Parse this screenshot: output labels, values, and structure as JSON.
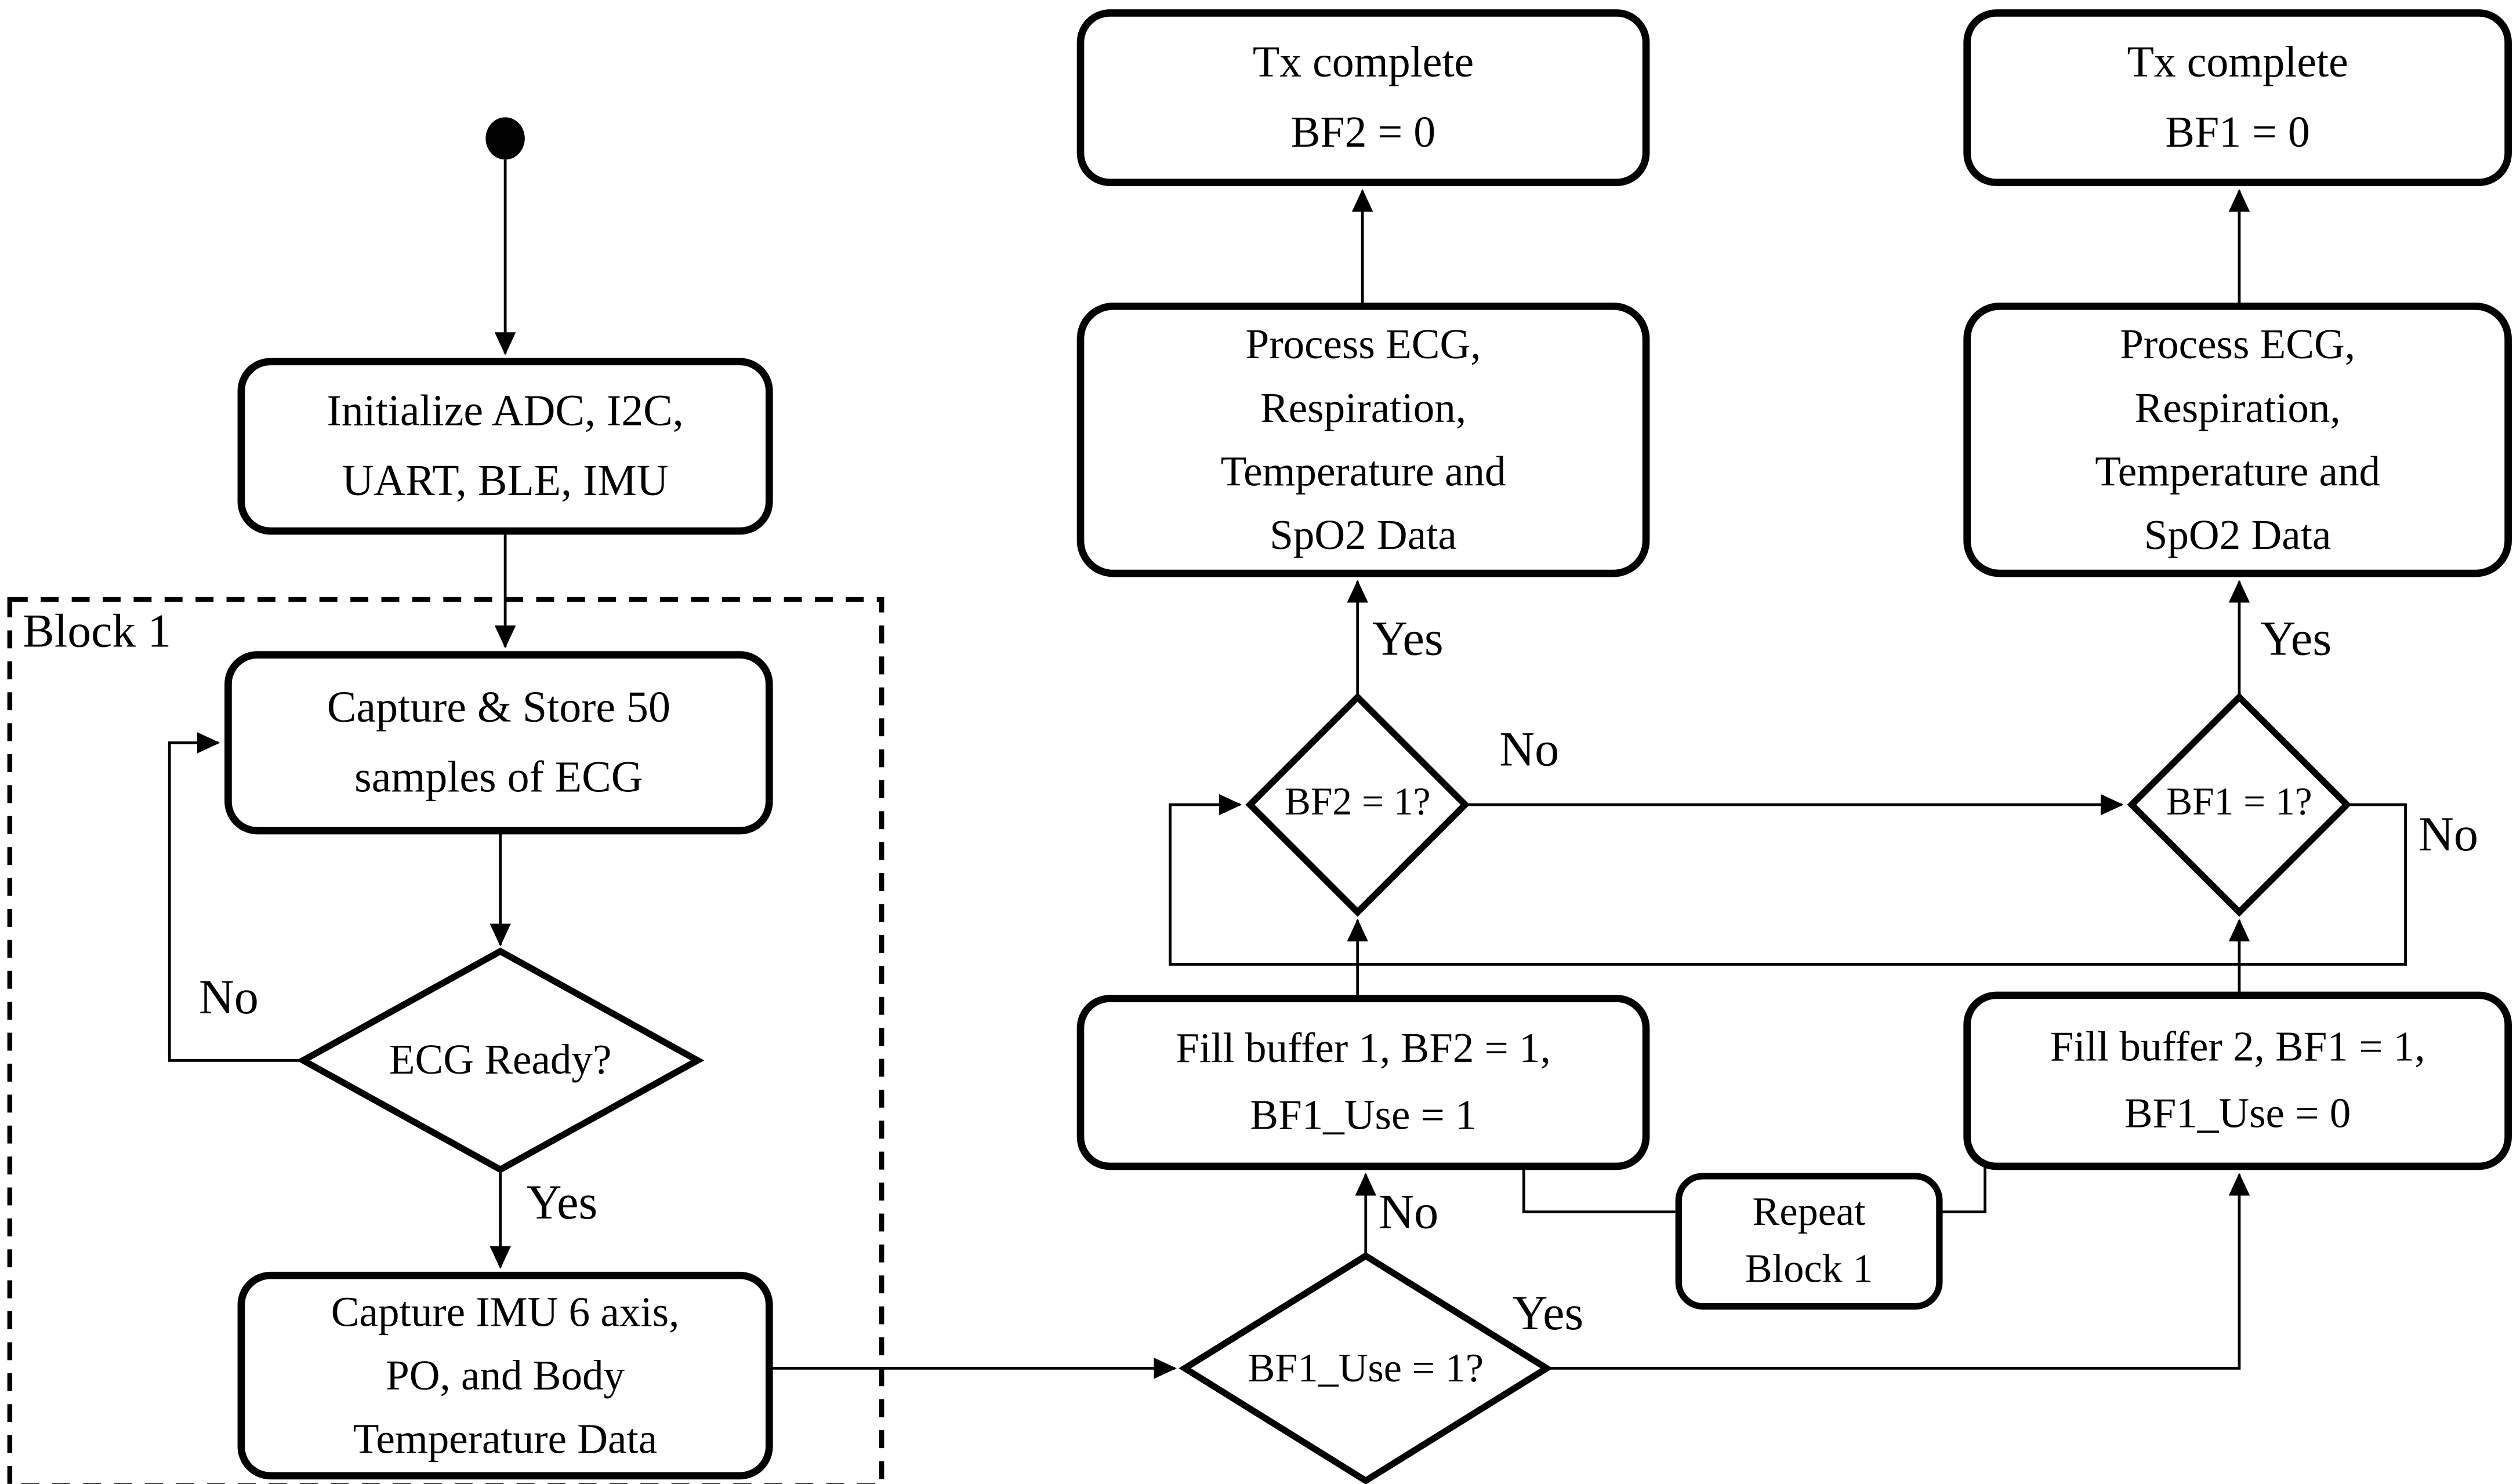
{
  "colors": {
    "background": "#ffffff",
    "line": "#000000"
  },
  "nodes": {
    "block1": {
      "label": "Block 1"
    },
    "init": {
      "label": "Initialize ADC, I2C,\nUART, BLE, IMU"
    },
    "capture_ecg": {
      "label": "Capture & Store 50\nsamples of ECG"
    },
    "ecg_ready": {
      "label": "ECG Ready?"
    },
    "capture_imu": {
      "label": "Capture IMU 6 axis,\nPO, and Body\nTemperature Data"
    },
    "bf1_use": {
      "label": "BF1_Use = 1?"
    },
    "fill_buffer1": {
      "label": "Fill buffer 1, BF2 = 1,\nBF1_Use = 1"
    },
    "fill_buffer2": {
      "label": "Fill buffer 2, BF1 = 1,\nBF1_Use = 0"
    },
    "repeat_block1": {
      "label": "Repeat\nBlock 1"
    },
    "bf2_check": {
      "label": "BF2 = 1?"
    },
    "bf1_check": {
      "label": "BF1 = 1?"
    },
    "process_left": {
      "label": "Process ECG,\nRespiration,\nTemperature and\nSpO2 Data"
    },
    "process_right": {
      "label": "Process ECG,\nRespiration,\nTemperature and\nSpO2 Data"
    },
    "tx_complete_bf2": {
      "label": "Tx complete\nBF2 = 0"
    },
    "tx_complete_bf1": {
      "label": "Tx complete\nBF1 = 0"
    }
  },
  "edge_labels": {
    "ecg_ready_no": "No",
    "ecg_ready_yes": "Yes",
    "bf1_use_no": "No",
    "bf1_use_yes": "Yes",
    "bf2_check_no": "No",
    "bf2_check_yes": "Yes",
    "bf1_check_no": "No",
    "bf1_check_yes": "Yes"
  }
}
